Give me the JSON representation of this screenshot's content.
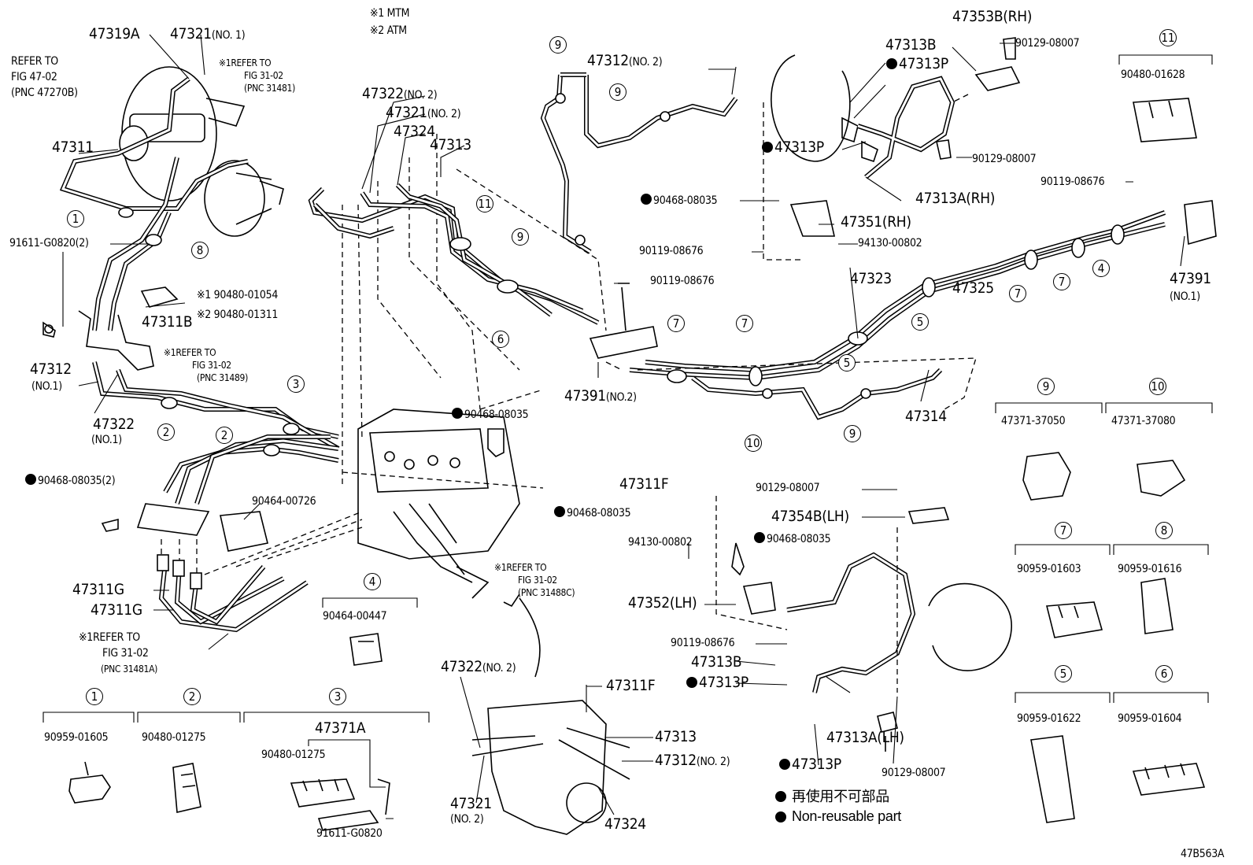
{
  "notes": [
    "※1 MTM",
    "※2 ATM"
  ],
  "refer_blocks": [
    {
      "id": "ref1",
      "lines": [
        "REFER TO",
        "FIG 47-02",
        "(PNC 47270B)"
      ]
    },
    {
      "id": "ref2",
      "lines": [
        "※1REFER TO",
        "FIG 31-02",
        "(PNC 31481)"
      ]
    },
    {
      "id": "ref3",
      "lines": [
        "※1REFER TO",
        "FIG 31-02",
        "(PNC 31489)"
      ]
    },
    {
      "id": "ref4",
      "lines": [
        "※1REFER TO",
        "FIG 31-02",
        "(PNC 31488C)"
      ]
    },
    {
      "id": "ref5",
      "lines": [
        "※1REFER TO",
        "FIG 31-02",
        "(PNC 31481A)"
      ]
    }
  ],
  "labels": {
    "p47319A": "47319A",
    "p47321_no1": "47321",
    "p47321_no1_sfx": "(NO. 1)",
    "p47311": "47311",
    "p91611_g0820_2": "91611-G0820(2)",
    "p90480_01054": "※1 90480-01054",
    "p90480_01311": "※2 90480-01311",
    "p47311B": "47311B",
    "p47312_no1": "47312",
    "p47312_no1_sfx": "(NO.1)",
    "p47322_no1": "47322",
    "p47322_no1_sfx": "(NO.1)",
    "p90468_08035_2": "90468-08035(2)",
    "p90464_00726": "90464-00726",
    "p47311G_a": "47311G",
    "p47311G_b": "47311G",
    "p47322_no2_top": "47322",
    "p47322_no2_top_sfx": "(NO. 2)",
    "p47321_no2_top": "47321",
    "p47321_no2_top_sfx": "(NO. 2)",
    "p47324_top": "47324",
    "p47313_top": "47313",
    "p47312_no2_top": "47312",
    "p47312_no2_top_sfx": "(NO. 2)",
    "p90119_08676_mid": "90119-08676",
    "p47391_no2": "47391",
    "p47391_no2_sfx": "(NO.2)",
    "p90468_08035_mid": "90468-08035",
    "p47311F_mid": "47311F",
    "p90468_08035_mid2": "90468-08035",
    "p47313B_top": "47313B",
    "p47313P_top1": "47313P",
    "p47313P_top2": "47313P",
    "p47353B_RH": "47353B(RH)",
    "p90129_08007_a": "90129-08007",
    "p90129_08007_b": "90129-08007",
    "p47313A_RH": "47313A(RH)",
    "p90468_08035_rh": "90468-08035",
    "p47351_RH": "47351(RH)",
    "p90119_08676_rh": "90119-08676",
    "p94130_00802_rh": "94130-00802",
    "p90119_08676_r": "90119-08676",
    "p47391_no1": "47391",
    "p47391_no1_sfx": "(NO.1)",
    "p47323": "47323",
    "p47325": "47325",
    "p47314": "47314",
    "p90129_08007_c": "90129-08007",
    "p47354B_LH": "47354B(LH)",
    "p94130_00802_lh": "94130-00802",
    "p90468_08035_lh": "90468-08035",
    "p47352_LH": "47352(LH)",
    "p90119_08676_lh": "90119-08676",
    "p47313B_lh": "47313B",
    "p47313P_lh1": "47313P",
    "p47313A_LH": "47313A(LH)",
    "p47313P_lh2": "47313P",
    "p90129_08007_d": "90129-08007",
    "p90464_00447": "90464-00447",
    "p47322_no2_bot": "47322",
    "p47322_no2_bot_sfx": "(NO. 2)",
    "p47311F_bot": "47311F",
    "p47313_bot": "47313",
    "p47312_no2_bot": "47312",
    "p47312_no2_bot_sfx": "(NO. 2)",
    "p47321_no2_bot": "47321",
    "p47321_no2_bot_sfx": "(NO. 2)",
    "p47324_bot": "47324",
    "g1_part": "90959-01605",
    "g2_part": "90480-01275",
    "g3_part": "47371A",
    "g3_sub1": "90480-01275",
    "g3_sub2": "91611-G0820",
    "g4_part": "90464-00447",
    "g9_part": "47371-37050",
    "g10_part": "47371-37080",
    "g7_part": "90959-01603",
    "g8_part": "90959-01616",
    "g5_part": "90959-01622",
    "g6_part": "90959-01604",
    "g11_part": "90480-01628"
  },
  "callouts": {
    "c1": "1",
    "c2a": "2",
    "c2b": "2",
    "c3": "3",
    "c4": "4",
    "c5a": "5",
    "c5b": "5",
    "c6": "6",
    "c7a": "7",
    "c7b": "7",
    "c7c": "7",
    "c7d": "7",
    "c8": "8",
    "c9a": "9",
    "c9b": "9",
    "c9c": "9",
    "c9d": "9",
    "c10": "10",
    "c11": "11",
    "k1": "1",
    "k2": "2",
    "k3": "3",
    "k4": "4",
    "k5": "5",
    "k6": "6",
    "k7": "7",
    "k8": "8",
    "k9": "9",
    "k10": "10",
    "k11": "11"
  },
  "legend": {
    "jp": "再使用不可部品",
    "en": "Non-reusable part"
  },
  "figure_id": "47B563A"
}
